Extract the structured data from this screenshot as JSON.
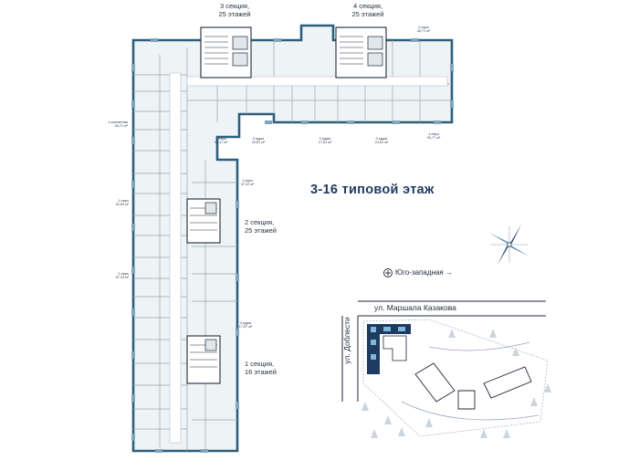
{
  "floor_title": "3-16 типовой этаж",
  "sections": [
    {
      "id": "s3",
      "lines": [
        "3 секция,",
        "25 этажей"
      ]
    },
    {
      "id": "s4",
      "lines": [
        "4 секция,",
        "25 этажей"
      ]
    },
    {
      "id": "s2",
      "lines": [
        "2 секция,",
        "25 этажей"
      ]
    },
    {
      "id": "s1",
      "lines": [
        "1 секция,",
        "16 этажей"
      ]
    }
  ],
  "apartments": [
    {
      "type": "2-евро",
      "area": "46,71 м²"
    },
    {
      "type": "1-комнатная",
      "area": "26,71 м²"
    },
    {
      "type": "2-евро",
      "area": "48,17 м²"
    },
    {
      "type": "Студия",
      "area": "20,81 м²"
    },
    {
      "type": "Студия",
      "area": "17,61 м²"
    },
    {
      "type": "Студия",
      "area": "24,51 м²"
    },
    {
      "type": "1-евро",
      "area": "34,77 м²"
    },
    {
      "type": "1-евро",
      "area": "37,02 м²"
    },
    {
      "type": "1-евро",
      "area": "32,63 м²"
    },
    {
      "type": "2-евро",
      "area": "57,33 м²"
    },
    {
      "type": "Студия",
      "area": "17,57 м²"
    }
  ],
  "orientation": {
    "icon": "compass-rose-icon",
    "label": "Юго-западная →"
  },
  "site_plan": {
    "road_top": "ул. Маршала Казакова",
    "road_left": "ул. Доблести"
  },
  "colors": {
    "wall": "#2c5f7c",
    "accent": "#1e3a5f",
    "grid": "#9aa6b2"
  }
}
